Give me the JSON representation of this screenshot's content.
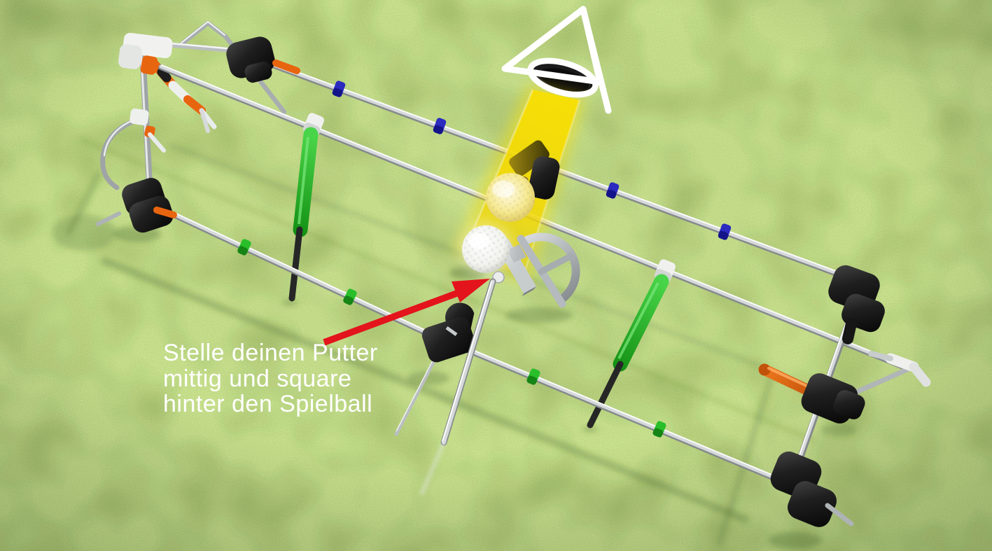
{
  "meta": {
    "type": "illustration",
    "subject": "Golf putting trainer frame on turf with flag, target tube, golf balls and putter",
    "language": "de"
  },
  "caption": {
    "lines": [
      "Stelle deinen Putter",
      "mittig und square",
      "hinter den Spielball"
    ],
    "color": "#ffffff"
  },
  "annotation": {
    "arrow_target": "putter hosel behind the ball",
    "arrow_color": "#e3141b"
  },
  "scene_parts": [
    "hole-flag",
    "golf-cup",
    "yellow-target-beam",
    "tube-gate-block",
    "golf-ball-in-tube",
    "play-ball",
    "mallet-putter",
    "putter-shaft",
    "upper-guide-rail",
    "lower-guide-rail",
    "front-ground-rail",
    "rear-ground-rail",
    "blue-marker-clips",
    "green-marker-clips",
    "hanging-gate-grips",
    "foam-corner-clamps",
    "center-foam-clamp",
    "ground-spike",
    "orange-locking-handle",
    "white-slider-connectors",
    "left-corner-assembly",
    "right-corner-assembly"
  ],
  "counts": {
    "blue_clips": 4,
    "green_clips": 4,
    "gate_grips": 2,
    "golf_balls": 2
  },
  "palette": {
    "grass_base": "#7fae46",
    "shadow_green": "#3b5a1d",
    "rail_silver": "#d6d9da",
    "rail_dark": "#85898c",
    "rail_highlight": "#ffffff",
    "plastic_white": "#f2f3f1",
    "foam_black": "#1e1e1e",
    "orange": "#e8650f",
    "grip_green": "#2dbe2d",
    "clip_blue": "#2b2bc0",
    "clip_green": "#2abf2a",
    "beam_yellow": "#f6dc00",
    "flag_white": "#ffffff",
    "cup_black": "#1b1b1b",
    "ball_white": "#ffffff",
    "ball_tinted": "#f4e47a",
    "putter_gray": "#a9afb2",
    "arrow_red": "#e3141b",
    "text_white": "#ffffff"
  }
}
